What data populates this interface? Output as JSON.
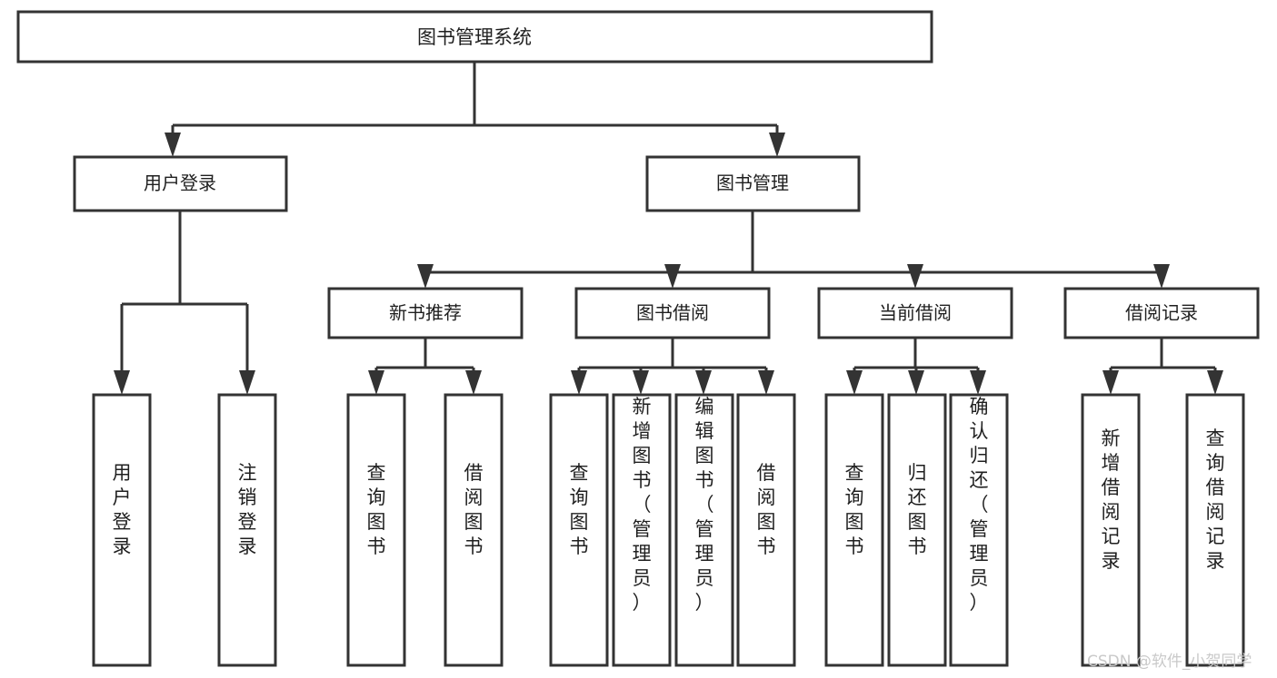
{
  "diagram": {
    "title": "图书管理系统",
    "root": {
      "id": "root",
      "label": "图书管理系统",
      "orientation": "horizontal"
    },
    "level2": [
      {
        "id": "user-login",
        "label": "用户登录",
        "orientation": "horizontal"
      },
      {
        "id": "book-manage",
        "label": "图书管理",
        "orientation": "horizontal"
      }
    ],
    "level3": [
      {
        "id": "new-book-recommend",
        "label": "新书推荐",
        "orientation": "horizontal",
        "parent": "book-manage"
      },
      {
        "id": "book-borrow",
        "label": "图书借阅",
        "orientation": "horizontal",
        "parent": "book-manage"
      },
      {
        "id": "current-borrow",
        "label": "当前借阅",
        "orientation": "horizontal",
        "parent": "book-manage"
      },
      {
        "id": "borrow-record",
        "label": "借阅记录",
        "orientation": "horizontal",
        "parent": "book-manage"
      }
    ],
    "leaves": {
      "user-login": [
        {
          "id": "leaf-user-login",
          "label": "用户登录",
          "orientation": "vertical"
        },
        {
          "id": "leaf-user-logout",
          "label": "注销登录",
          "orientation": "vertical"
        }
      ],
      "new-book-recommend": [
        {
          "id": "leaf-query-book-1",
          "label": "查询图书",
          "orientation": "vertical"
        },
        {
          "id": "leaf-borrow-book-1",
          "label": "借阅图书",
          "orientation": "vertical"
        }
      ],
      "book-borrow": [
        {
          "id": "leaf-query-book-2",
          "label": "查询图书",
          "orientation": "vertical"
        },
        {
          "id": "leaf-add-book",
          "label": "新增图书（管理员）",
          "orientation": "vertical"
        },
        {
          "id": "leaf-edit-book",
          "label": "编辑图书（管理员）",
          "orientation": "vertical"
        },
        {
          "id": "leaf-borrow-book-2",
          "label": "借阅图书",
          "orientation": "vertical"
        }
      ],
      "current-borrow": [
        {
          "id": "leaf-query-book-3",
          "label": "查询图书",
          "orientation": "vertical"
        },
        {
          "id": "leaf-return-book",
          "label": "归还图书",
          "orientation": "vertical"
        },
        {
          "id": "leaf-confirm-return",
          "label": "确认归还（管理员）",
          "orientation": "vertical"
        }
      ],
      "borrow-record": [
        {
          "id": "leaf-add-record",
          "label": "新增借阅记录",
          "orientation": "vertical"
        },
        {
          "id": "leaf-query-record",
          "label": "查询借阅记录",
          "orientation": "vertical"
        }
      ]
    },
    "watermark": "CSDN @软件_小贺同学",
    "colors": {
      "background": "#ffffff",
      "node_fill": "#ffffff",
      "node_stroke": "#333333",
      "text": "#1f1f1f",
      "watermark": "#c9c9c9"
    }
  }
}
